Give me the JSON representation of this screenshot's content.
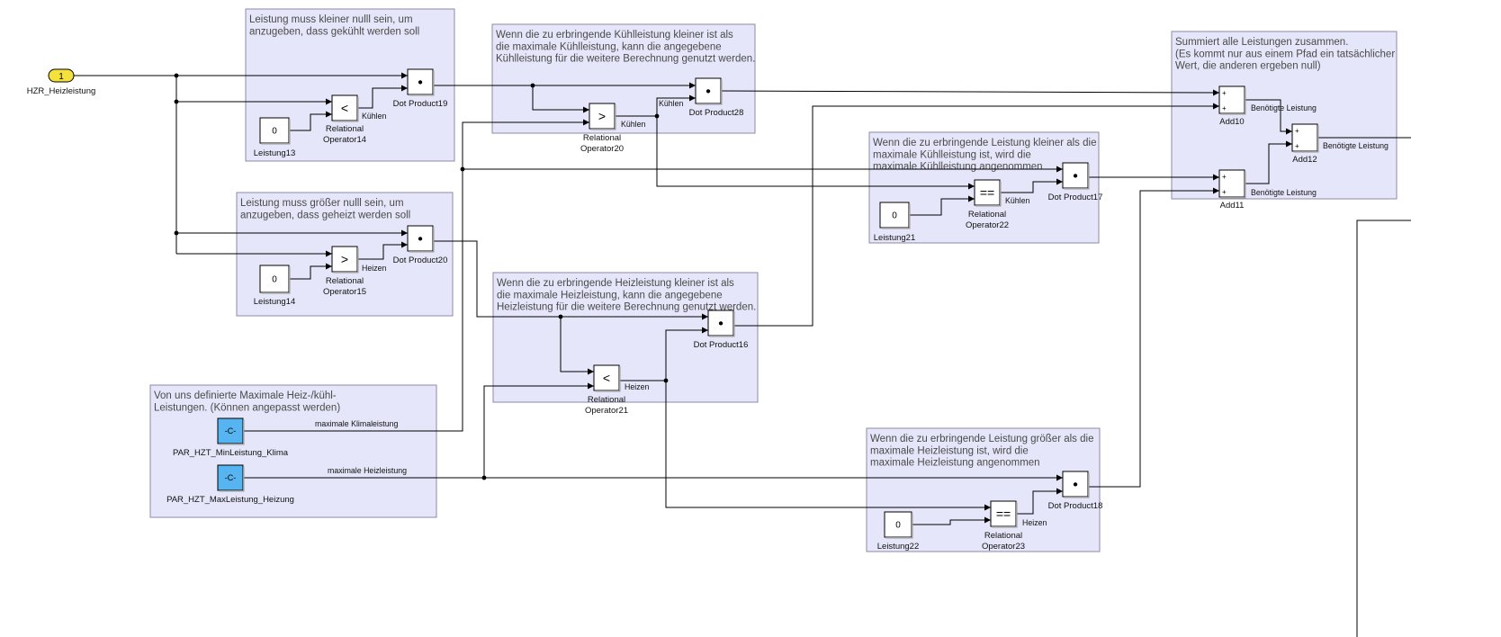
{
  "areas": [
    {
      "id": "a-leistung-kuehl",
      "title_lines": [
        "Leistung muss kleiner nulll sein, um",
        "anzugeben, dass gekühlt werden soll"
      ]
    },
    {
      "id": "a-leistung-heiz",
      "title_lines": [
        "Leistung muss größer nulll sein, um",
        "anzugeben, dass geheizt werden soll"
      ]
    },
    {
      "id": "a-kuehl-max",
      "title_lines": [
        "Wenn die zu erbringende  Kühlleistung kleiner ist als",
        "die maximale Kühlleistung, kann die angegebene",
        "Kühlleistung für die weitere Berechnung genutzt werden."
      ]
    },
    {
      "id": "a-heiz-max",
      "title_lines": [
        "Wenn die zu erbringende  Heizleistung kleiner ist als",
        "die maximale Heizleistung, kann die angegebene",
        "Heizleistung für die weitere Berechnung genutzt werden."
      ]
    },
    {
      "id": "a-definiert",
      "title_lines": [
        "Von uns definierte Maximale Heiz-/kühl-",
        "Leistungen. (Können angepasst werden)"
      ]
    },
    {
      "id": "a-kuehl-limit",
      "title_lines": [
        "Wenn die zu erbringende Leistung kleiner als die",
        "maximale Kühlleistung ist, wird die",
        "maximale Kühlleistung angenommen"
      ]
    },
    {
      "id": "a-heiz-limit",
      "title_lines": [
        "Wenn die zu erbringende Leistung größer als die",
        "maximale Heizleistung ist, wird die",
        "maximale Heizleistung angenommen"
      ]
    },
    {
      "id": "a-summe",
      "title_lines": [
        "Summiert alle Leistungen zusammen.",
        "(Es kommt nur aus einem Pfad ein tatsächlicher",
        "Wert, die anderen ergeben null)"
      ]
    }
  ],
  "blocks": {
    "inport": {
      "symbol": "1",
      "label": "HZR_Heizleistung"
    },
    "dot19": {
      "symbol": "•",
      "label": "Dot Product19"
    },
    "dot20": {
      "symbol": "•",
      "label": "Dot Product20"
    },
    "dot28": {
      "symbol": "•",
      "label": "Dot Product28"
    },
    "dot16": {
      "symbol": "•",
      "label": "Dot Product16"
    },
    "dot17": {
      "symbol": "•",
      "label": "Dot Product17"
    },
    "dot18": {
      "symbol": "•",
      "label": "Dot Product18"
    },
    "rel14": {
      "symbol": "<",
      "label_lines": [
        "Relational",
        "Operator14"
      ]
    },
    "rel15": {
      "symbol": ">",
      "label_lines": [
        "Relational",
        "Operator15"
      ]
    },
    "rel20": {
      "symbol": ">",
      "label_lines": [
        "Relational",
        "Operator20"
      ]
    },
    "rel21": {
      "symbol": "<",
      "label_lines": [
        "Relational",
        "Operator21"
      ]
    },
    "rel22": {
      "symbol": "==",
      "label_lines": [
        "Relational",
        "Operator22"
      ]
    },
    "rel23": {
      "symbol": "==",
      "label_lines": [
        "Relational",
        "Operator23"
      ]
    },
    "l13": {
      "symbol": "0",
      "label": "Leistung13"
    },
    "l14": {
      "symbol": "0",
      "label": "Leistung14"
    },
    "l21": {
      "symbol": "0",
      "label": "Leistung21"
    },
    "l22": {
      "symbol": "0",
      "label": "Leistung22"
    },
    "par_min": {
      "symbol": "-C-",
      "label": "PAR_HZT_MinLeistung_Klima"
    },
    "par_max": {
      "symbol": "-C-",
      "label": "PAR_HZT_MaxLeistung_Heizung"
    },
    "add10": {
      "symbols": [
        "+",
        "+"
      ],
      "label": "Add10"
    },
    "add11": {
      "symbols": [
        "+",
        "+"
      ],
      "label": "Add11"
    },
    "add12": {
      "symbols": [
        "+",
        "+"
      ],
      "label": "Add12"
    }
  },
  "signals": {
    "kuehlen": "Kühlen",
    "heizen": "Heizen",
    "max_klima": "maximale Klimaleistung",
    "max_heiz": "maximale Heizleistung",
    "benoetigt": "Benötigte Leistung"
  },
  "colors": {
    "area_fill": "#e6e6fa",
    "area_stroke": "#8a8aa8",
    "constant_blue": "#56b4f0",
    "inport_yellow": "#f5e13c",
    "line": "#000000"
  }
}
